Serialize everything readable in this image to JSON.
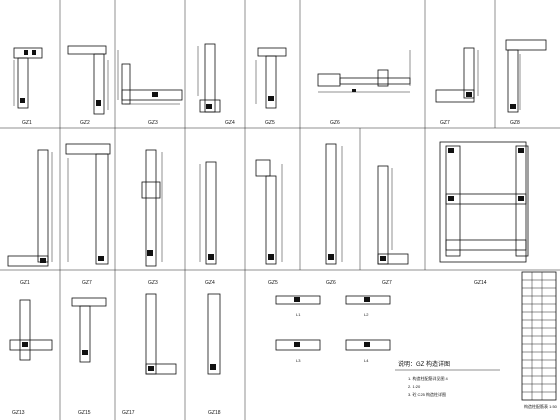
{
  "sheet": {
    "row1_labels": [
      "GZ1",
      "GZ2",
      "GZ3",
      "GZ4",
      "GZ5",
      "GZ6",
      "GZ7",
      "GZ8"
    ],
    "row2_labels": [
      "GZ1",
      "GZ7",
      "GZ3",
      "GZ4",
      "GZ5",
      "GZ6",
      "GZ7",
      "GZ14"
    ],
    "row3_labels": [
      "GZ13",
      "GZ15",
      "GZ17",
      "GZ18"
    ],
    "mid_labels": [
      "L1",
      "L2",
      "L3",
      "L4"
    ],
    "note_title": "说明：GZ 构造详图",
    "note_lines": [
      "1. 构造柱配筋详见图 4",
      "2. 1:20",
      "3. 砼 C25 构造柱详图"
    ],
    "table_caption": "构造柱配筋表 1:50"
  }
}
